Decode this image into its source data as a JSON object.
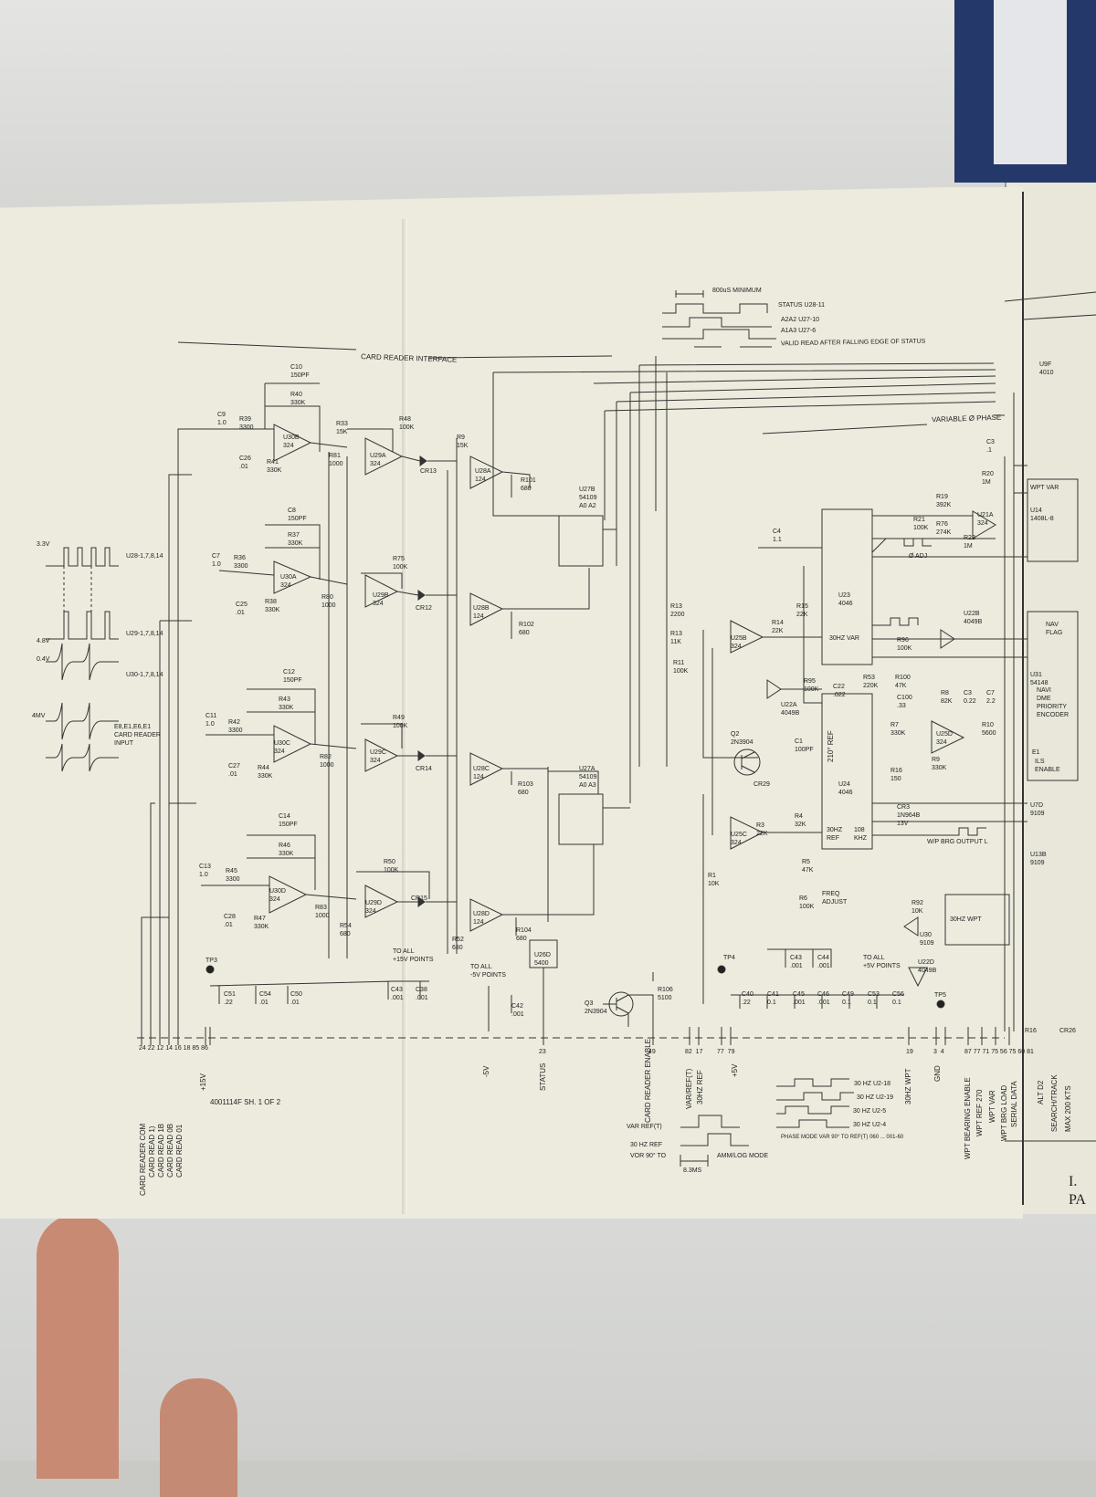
{
  "title": {
    "card_reader_interface": "CARD READER INTERFACE",
    "variable_phase": "VARIABLE Ø PHASE",
    "sheet_ref": "4001114F SH. 1 OF 2"
  },
  "timing": {
    "min": "800uS MINIMUM",
    "status": "STATUS U28-11",
    "a2a2": "A2A2 U27-10",
    "a1a3": "A1A3 U27-6",
    "note": "VALID READ AFTER FALLING EDGE OF STATUS"
  },
  "card_waveforms": {
    "u28": "U28-1,7,8,14",
    "u29": "U29-1,7,8,14",
    "u30": "U30-1,7,8,14",
    "input": "E8,E1,E6,E1\nCARD READER\nINPUT",
    "lv1": "3.3V",
    "lv2": "4.8V",
    "lv3": "0.4V",
    "lv4": "4MV"
  },
  "components": {
    "c10": "C10\n150PF",
    "r40": "R40\n330K",
    "c9": "C9\n1.0",
    "r39": "R39\n3300",
    "u30b": "U30B\n324",
    "c26": "C26\n.01",
    "r41": "R41\n330K",
    "r81": "R81\n1000",
    "r33": "R33\n15K",
    "u29a": "U29A\n324",
    "r48": "R48\n100K",
    "cr13": "CR13",
    "r9": "R9\n15K",
    "u28a": "U28A\n124",
    "r101": "R101\n680",
    "u27b": "U27B\n54109\nA0 A2",
    "c8": "C8\n150PF",
    "r37": "R37\n330K",
    "c7": "C7\n1.0",
    "r36": "R36\n3300",
    "u30a": "U30A\n324",
    "c25": "C25\n.01",
    "r38": "R38\n330K",
    "r80": "R80\n1000",
    "r75": "R75\n100K",
    "u29b": "U29B\n324",
    "cr12": "CR12",
    "u28b": "U28B\n124",
    "r102": "R102\n680",
    "c12": "C12\n150PF",
    "r43": "R43\n330K",
    "c11": "C11\n1.0",
    "r42": "R42\n3300",
    "u30c": "U30C\n324",
    "c27": "C27\n.01",
    "r44": "R44\n330K",
    "r82": "R82\n1000",
    "r49": "R49\n100K",
    "u29c": "U29C\n324",
    "cr14": "CR14",
    "u28c": "U28C\n124",
    "r103": "R103\n680",
    "u27a": "U27A\n54109\nA0 A3",
    "c14": "C14\n150PF",
    "r46": "R46\n330K",
    "c13": "C13\n1.0",
    "r45": "R45\n3300",
    "u30d": "U30D\n324",
    "c28": "C28\n.01",
    "r47": "R47\n330K",
    "r83": "R83\n1000",
    "r50": "R50\n100K",
    "u29d": "U29D\n324",
    "cr15": "CR15",
    "r54": "R54\n680",
    "u28d": "U28D\n124",
    "r52": "R52\n680",
    "r104": "R104\n680",
    "u26d": "U26D\n5400",
    "q3": "Q3\n2N3904",
    "r106": "R106\n5100",
    "c51": "C51\n.22",
    "c54": "C54\n.01",
    "c50": "C50\n.01",
    "c43a": "C43\n.001",
    "c38": "C38\n.001",
    "c42": "C42\n.001",
    "c40": "C40\n.22",
    "c41": "C41\n0.1",
    "c45": "C45\n.001",
    "c46": "C46\n.001",
    "c49": "C49\n0.1",
    "c53": "C53\n0.1",
    "c56": "C56\n0.1",
    "c43b": "C43\n.001",
    "c44": "C44\n.001",
    "c4": "C4\n1.1",
    "r13a": "R13\n2200",
    "r13b": "R13\n11K",
    "r11": "R11\n100K",
    "u25b": "U25B\n324",
    "r14": "R14\n22K",
    "r15": "R15\n22K",
    "u23": "U23\n4046",
    "var30": "30HZ VAR",
    "r19": "R19\n392K",
    "r21": "R21\n100K",
    "r76": "R76\n274K",
    "u21a": "U21A\n324",
    "r22": "R22\n1M",
    "phase_adj": "Ø ADJ",
    "r20": "R20\n1M",
    "c3": "C3\n.1",
    "u14": "U14\n1408L-8",
    "wpt_var": "WPT VAR",
    "u22b": "U22B\n4049B",
    "r96": "R96\n100K",
    "nav_flag": "NAV\nFLAG",
    "u31": "U31\n54148",
    "navi_dme": "NAVI\nDME\nPRIORITY\nENCODER",
    "ils_enable": "ILS\nENABLE",
    "u22a": "U22A\n4049B",
    "r95": "R95\n100K",
    "c22": "C22\n.022",
    "r53": "R53\n220K",
    "r100": "R100\n47K",
    "c100": "C100\n.33",
    "r8": "R8\n82K",
    "c3b": "C3\n0.22",
    "c7b": "C7\n2.2",
    "u25d": "U25D\n324",
    "r10": "R10\n5600",
    "r9b": "R9\n330K",
    "r7": "R7\n330K",
    "q2": "Q2\n2N3904",
    "cr29": "CR29",
    "c1": "C1\n100PF",
    "ref210": "210° REF",
    "u24": "U24\n4046",
    "r16": "R16\n150",
    "cr3": "CR3\n1N964B\n13V",
    "u25c": "U25C\n324",
    "r3": "R3\n22K",
    "r4": "R4\n32K",
    "r5": "R5\n47K",
    "r6": "R6\n100K",
    "freq_adj": "FREQ\nADJUST",
    "r1": "R1\n10K",
    "hz30ref": "30HZ\nREF",
    "khz108": "108\nKHZ",
    "u7d": "U7D\n9109",
    "u13b": "U13B\n9109",
    "wp_brg": "W/P BRG OUTPUT L",
    "u30": "U30\n9109",
    "r92": "R92\n10K",
    "u22d": "U22D\n4049B",
    "wpt_block": "30HZ WPT",
    "u9f": "U9F\n4010",
    "r16b": "R16",
    "cr26": "CR26",
    "e1": "E1"
  },
  "notes": {
    "plus15v_pts": "TO ALL\n+15V POINTS",
    "minus5v_pts": "TO ALL\n-5V POINTS",
    "plus5v_pts": "TO ALL\n+5V POINTS",
    "tp3": "TP3",
    "tp4": "TP4",
    "tp5": "TP5"
  },
  "connector": {
    "pins_left": [
      "24",
      "22",
      "12",
      "14",
      "16",
      "18",
      "85",
      "86"
    ],
    "labels_left": [
      "CARD READER COM",
      "CARD READ 1)",
      "CARD READ 1B",
      "CARD READ 0B",
      "CARD READ 01",
      "+15V"
    ],
    "minus5v": "-5V",
    "status_pin": "23",
    "status": "STATUS",
    "cr_enable_pin": "49",
    "cr_enable": "CARD READER\nENABLE",
    "var_ref_pins": "82  17",
    "var_ref": "VAR/REF(T)",
    "ref30": "30HZ REF",
    "plus5v_pins": "77  79",
    "plus5v": "+5V",
    "wpt30_pin": "19",
    "wpt30": "30HZ WPT",
    "gnd_pins": "3  4",
    "gnd": "GND",
    "right_pins": [
      "87",
      "77",
      "71",
      "75",
      "56",
      "75",
      "60",
      "81"
    ],
    "right_labels": [
      "WPT BEARING ENABLE",
      "WPT REF 270",
      "WPT VAR",
      "WPT BRG LOAD",
      "SERIAL DATA",
      "ALT D2",
      "SEARCH/TRACK",
      "MAX 200 KTS"
    ]
  },
  "bottom_timing": {
    "hz30_a": "30 HZ U2-18",
    "hz30_b": "30 HZ U2-19",
    "hz30_c": "30 HZ U2-5",
    "hz30_d": "30 HZ U2-4",
    "note": "PHASE MODE VAR 90° TO REF(T) 060 ... 001-60",
    "var_ref": "VAR REF(T)",
    "ref30": "30 HZ REF",
    "var90": "VOR 90° TO",
    "amm": "AMM/LOG MODE",
    "ms": "8.3MS"
  },
  "right_page": {
    "title": "I.",
    "sub": "PA"
  }
}
